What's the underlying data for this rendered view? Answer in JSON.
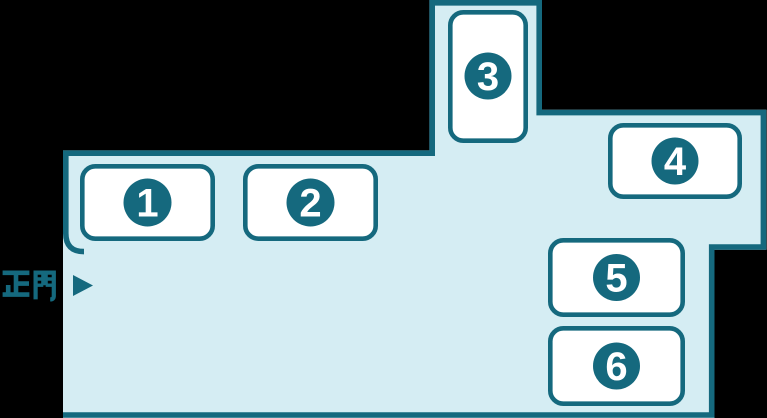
{
  "map": {
    "type": "venue-guide-map",
    "colors": {
      "background": "#000000",
      "site_fill": "#d5edf3",
      "outline": "#15697e",
      "building_fill": "#ffffff",
      "badge_fill": "#15697e",
      "badge_number_color": "#ffffff"
    },
    "buildings": [
      {
        "number": "1"
      },
      {
        "number": "2"
      },
      {
        "number": "3"
      },
      {
        "number": "4"
      },
      {
        "number": "5"
      },
      {
        "number": "6"
      }
    ],
    "gate": {
      "label": "正門",
      "arrow_icon": "right-triangle"
    }
  }
}
